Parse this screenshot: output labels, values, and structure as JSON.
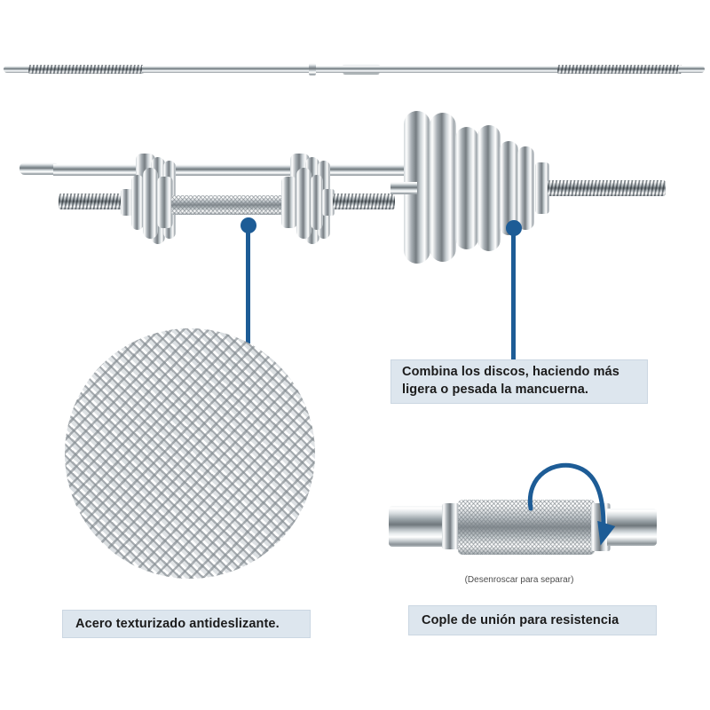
{
  "document": {
    "language": "es",
    "type": "product-infographic",
    "background_color": "#ffffff",
    "accent_color": "#1d5c96",
    "callout_fill": "#dde6ee",
    "callout_border": "#cbd7e2"
  },
  "product": {
    "name": "Barra y mancuerna con discos",
    "material_finish": "cromado"
  },
  "figures": {
    "straight_bar": {
      "label": "barra recta larga con roscas en ambos extremos y cople central"
    },
    "loaded_assembly": {
      "label": "mancuerna con discos montados y barra al fondo"
    },
    "knurl_zoom": {
      "label": "acercamiento de la textura antideslizante"
    },
    "coupler": {
      "label": "cople de union roscado entre dos barras"
    }
  },
  "callouts": [
    {
      "id": "plates",
      "text": "Combina los discos, haciendo más ligera o pesada la mancuerna."
    },
    {
      "id": "knurl",
      "text": "Acero texturizado antideslizante."
    },
    {
      "id": "coupler",
      "text": "Cople de unión para resistencia"
    }
  ],
  "captions": {
    "coupler_hint": "(Desenroscar para separar)"
  },
  "annotations": {
    "rotation_arrow": "flecha de giro azul sobre el cople"
  }
}
